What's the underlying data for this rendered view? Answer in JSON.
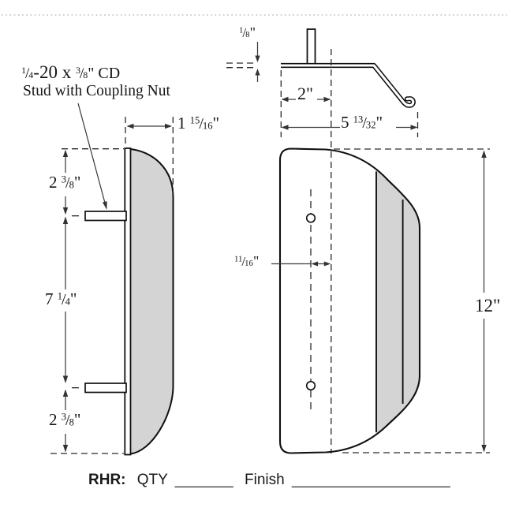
{
  "colors": {
    "gray_fill": "#d4d4d4",
    "outline": "#101010",
    "dim_line": "#3d3d3d",
    "divider": "#c3c3c3"
  },
  "chars": {
    "slash": "/"
  },
  "callout": {
    "frac1_num": "1",
    "frac1_den": "4",
    "mid": "-20 x ",
    "frac2_num": "3",
    "frac2_den": "8",
    "suffix": "\" CD",
    "line2": "Stud with Coupling Nut"
  },
  "dimensions": {
    "plate_thickness": {
      "num": "1",
      "den": "8",
      "unit": "\""
    },
    "stud_offset": {
      "whole": "2",
      "unit": "\""
    },
    "overall_depth": {
      "whole": "5",
      "num": "13",
      "den": "32",
      "unit": "\""
    },
    "grip_depth": {
      "whole": "1",
      "num": "15",
      "den": "16",
      "unit": "\""
    },
    "top_stud_spacing": {
      "whole": "2",
      "num": "3",
      "den": "8",
      "unit": "\""
    },
    "stud_spacing": {
      "whole": "7",
      "num": "1",
      "den": "4",
      "unit": "\""
    },
    "bottom_stud_spacing": {
      "whole": "2",
      "num": "3",
      "den": "8",
      "unit": "\""
    },
    "hole_offset": {
      "num": "11",
      "den": "16",
      "unit": "\""
    },
    "overall_height": {
      "whole": "12",
      "unit": "\""
    }
  },
  "footer": {
    "hand_label": "RHR:",
    "qty_label": "QTY",
    "qty_blank": "_______",
    "finish_label": "Finish",
    "finish_blank": "___________________"
  }
}
